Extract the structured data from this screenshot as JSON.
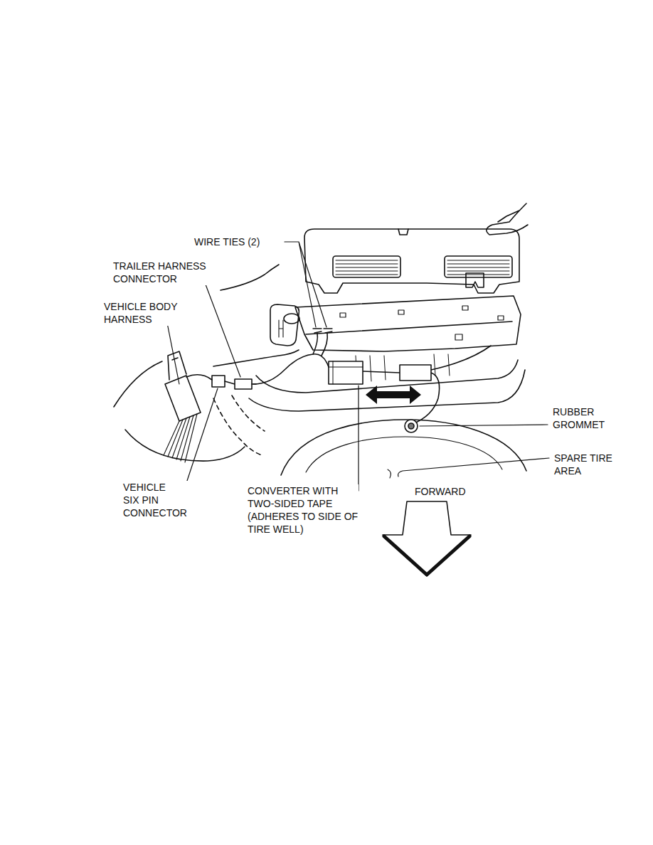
{
  "diagram": {
    "labels": [
      "WIRE TIES (2)",
      "TRAILER HARNESS CONNECTOR",
      "VEHICLE BODY HARNESS",
      "RUBBER GROMMET",
      "SPARE TIRE AREA",
      "VEHICLE SIX PIN CONNECTOR",
      "CONVERTER WITH TWO-SIDED TAPE (ADHERES TO SIDE OF TIRE WELL)",
      "FORWARD"
    ]
  }
}
